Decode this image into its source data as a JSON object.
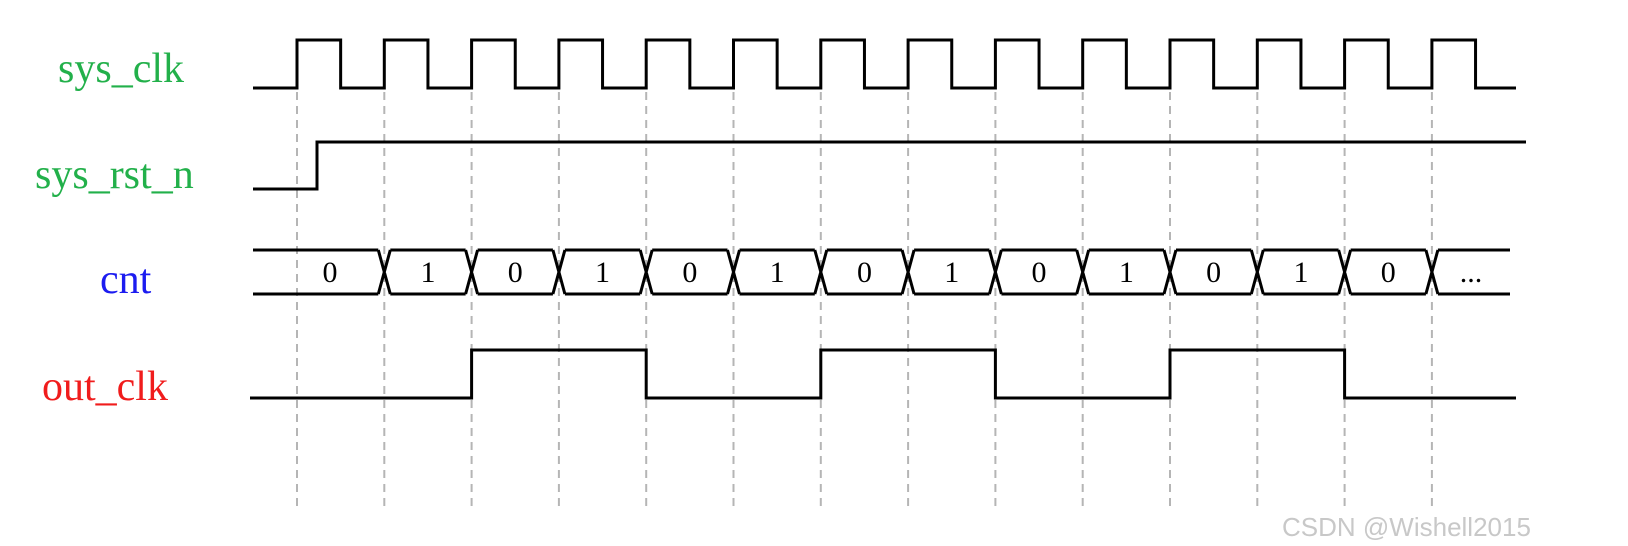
{
  "signals": [
    {
      "name": "sys_clk",
      "color": "#22b04a"
    },
    {
      "name": "sys_rst_n",
      "color": "#22b04a"
    },
    {
      "name": "cnt",
      "color": "#1c1cf0"
    },
    {
      "name": "out_clk",
      "color": "#f01c1c"
    }
  ],
  "cnt_values": [
    "0",
    "1",
    "0",
    "1",
    "0",
    "1",
    "0",
    "1",
    "0",
    "1",
    "0",
    "1",
    "0",
    "..."
  ],
  "out_clk_levels": [
    0,
    0,
    1,
    1,
    0,
    0,
    1,
    1,
    0,
    0,
    1,
    1,
    0,
    0
  ],
  "clock_cycles": 14,
  "reset_release_after_edge": 0,
  "watermark": "CSDN @Wishell2015"
}
